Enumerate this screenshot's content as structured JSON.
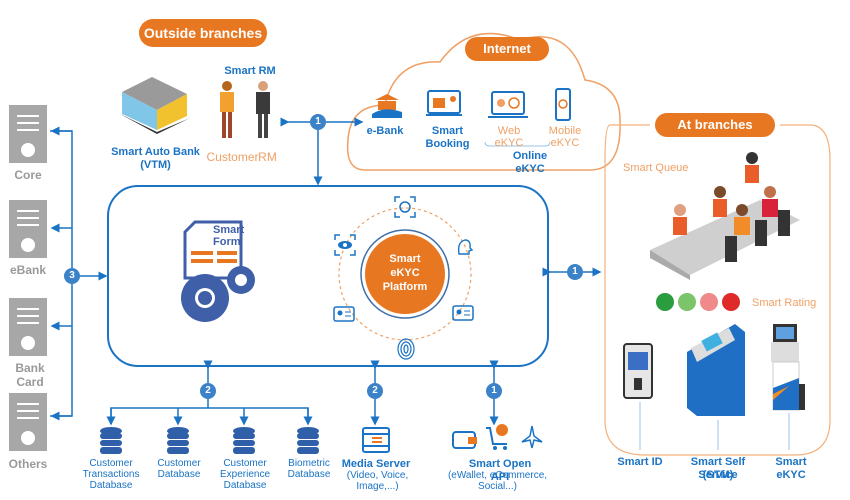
{
  "sections": {
    "outside": "Outside branches",
    "internet": "Internet",
    "at_branches": "At branches"
  },
  "outside": {
    "vtm_label": "Smart Auto Bank",
    "vtm_sub": "(VTM)",
    "rm_title": "Smart RM",
    "customer": "Customer",
    "rm": "RM"
  },
  "internet": {
    "ebank": "e-Bank",
    "booking": "Smart Booking",
    "web_ekyc": "Web eKYC",
    "mobile_ekyc": "Mobile eKYC",
    "online_ekyc": "Online eKYC"
  },
  "core_systems": [
    {
      "label": "Core"
    },
    {
      "label": "eBank"
    },
    {
      "label": "Bank Card"
    },
    {
      "label": "Others"
    }
  ],
  "platform": {
    "form_line1": "Smart",
    "form_line2": "Form",
    "center_line1": "Smart",
    "center_line2": "eKYC",
    "center_line3": "Platform"
  },
  "databases": [
    {
      "line1": "Customer Transactions",
      "line2": "Database"
    },
    {
      "line1": "Customer",
      "line2": "Database"
    },
    {
      "line1": "Customer Experience",
      "line2": "Database"
    },
    {
      "line1": "Biometric",
      "line2": "Database"
    }
  ],
  "media_server": {
    "title": "Media Server",
    "sub": "(Video, Voice, Image,...)"
  },
  "open_api": {
    "title": "Smart Open API",
    "sub": "(eWallet, eCommerce, Social...)"
  },
  "branches": {
    "queue": "Smart Queue",
    "rating": "Smart Rating",
    "smart_id": "Smart ID",
    "stm_line1": "Smart Self Service",
    "stm_line2": "(STM)",
    "smart_ekyc": "Smart eKYC"
  },
  "badges": {
    "one": "1",
    "two": "2",
    "three": "3"
  },
  "colors": {
    "blue": "#1a73c4",
    "orange": "#e87722",
    "light_orange": "#f5b07a",
    "gray": "#a7a7a7"
  }
}
